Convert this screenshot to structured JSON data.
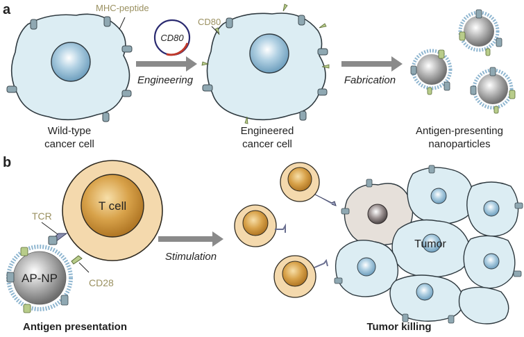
{
  "panel_a": {
    "letter": "a",
    "mhc_label": "MHC-peptide",
    "cd80_label": "CD80",
    "plasmid_label": "CD80",
    "step1": "Engineering",
    "step2": "Fabrication",
    "cell1": [
      "Wild-type",
      "cancer cell"
    ],
    "cell2": [
      "Engineered",
      "cancer cell"
    ],
    "cell3": [
      "Antigen-presenting",
      "nanoparticles"
    ]
  },
  "panel_b": {
    "letter": "b",
    "tcell_label": "T cell",
    "tcr_label": "TCR",
    "cd28_label": "CD28",
    "apnp_label": "AP-NP",
    "step": "Stimulation",
    "tumor_label": "Tumor",
    "caption_left": "Antigen presentation",
    "caption_right": "Tumor killing"
  },
  "colors": {
    "cancer_cell": "#dcedf3",
    "nucleus": "#7fb0cc",
    "t_cell": "#f4d9ad",
    "t_nucleus": "#c8892c",
    "arrow": "#8a8a8a",
    "label_olive": "#9a9060",
    "costim": "#b8cc8a"
  }
}
